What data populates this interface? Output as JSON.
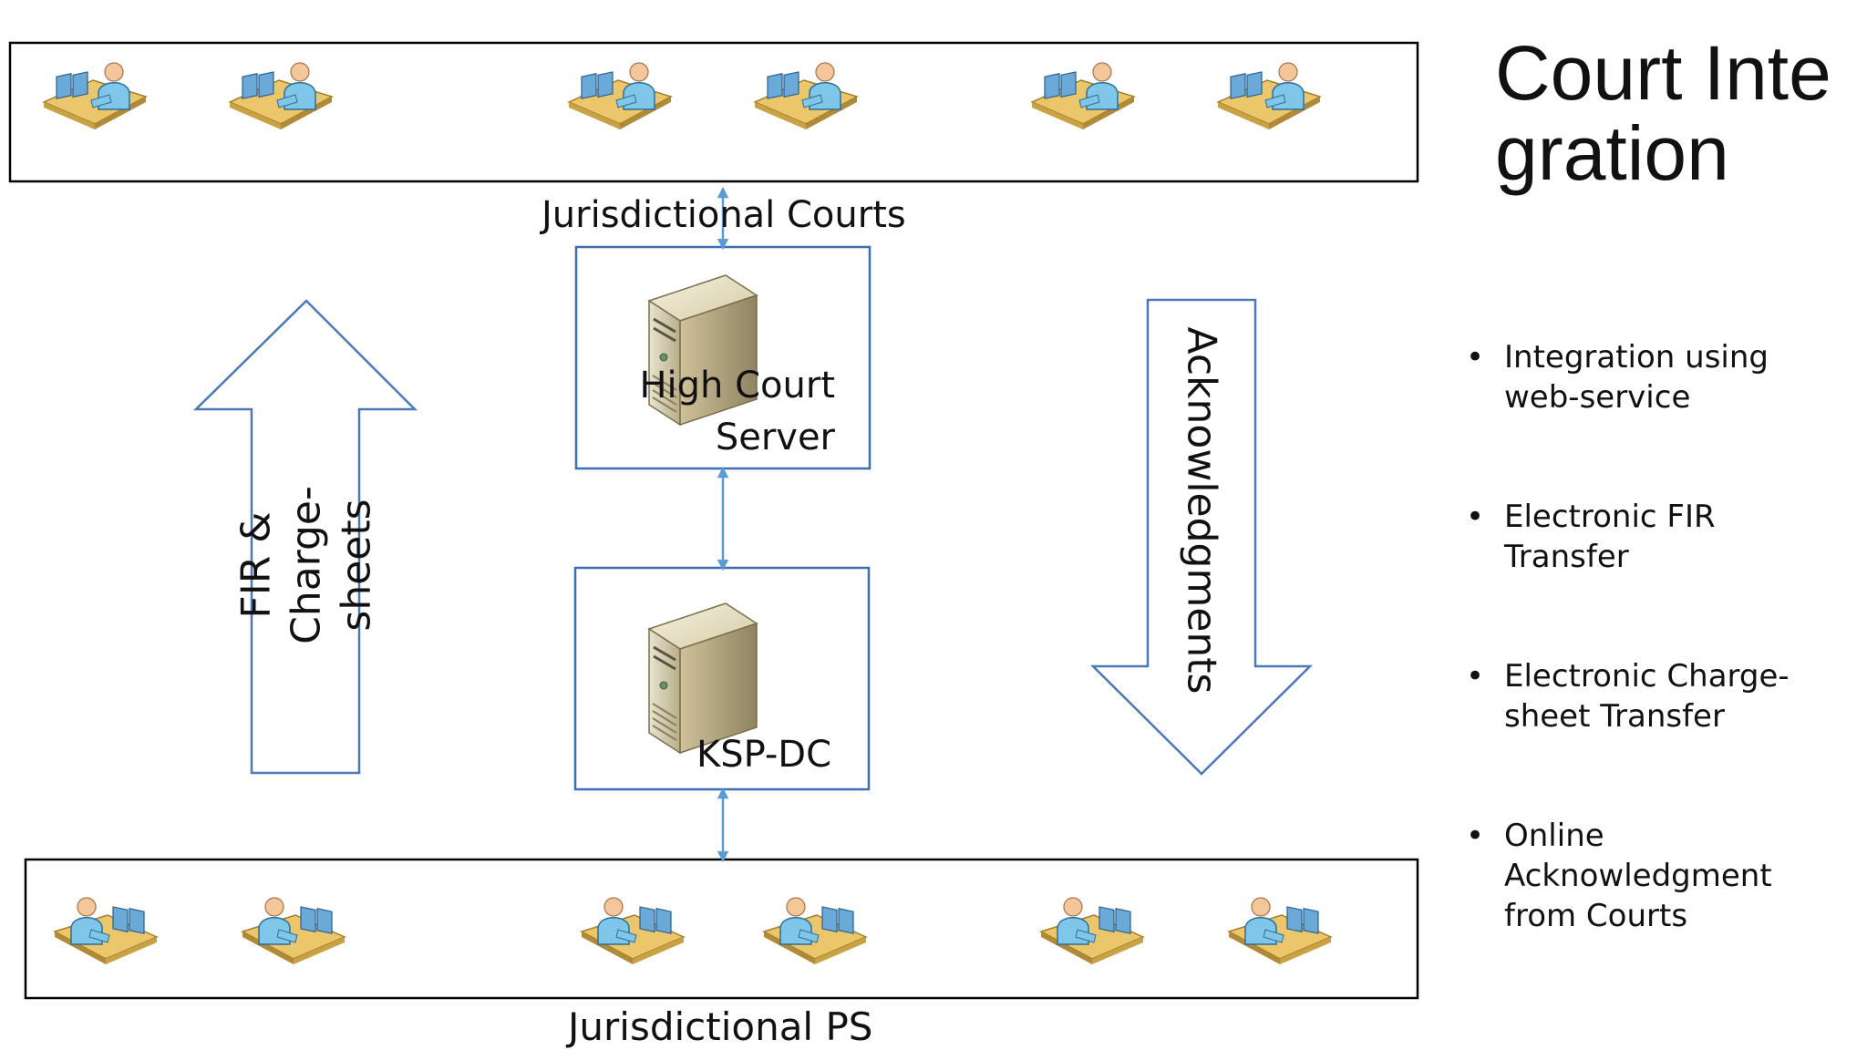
{
  "title": "Court Integration",
  "labels": {
    "courts": "Jurisdictional Courts",
    "high_court": "High Court Server",
    "kspdc": "KSP-DC",
    "ps": "Jurisdictional PS",
    "up_arrow": "FIR & Charge-sheets",
    "down_arrow": "Acknowledgments"
  },
  "bullets": [
    "Integration using web-service",
    "Electronic FIR Transfer",
    "Electronic Charge-sheet Transfer",
    "Online Acknowledgment from Courts"
  ],
  "colors": {
    "arrow_outline": "#4A78B8",
    "connector": "#5B9BD5",
    "box_border": "#000000",
    "server_box_border": "#3E6DB5"
  },
  "icons": {
    "workstation": "workstation-user-icon",
    "server": "server-tower-icon"
  }
}
